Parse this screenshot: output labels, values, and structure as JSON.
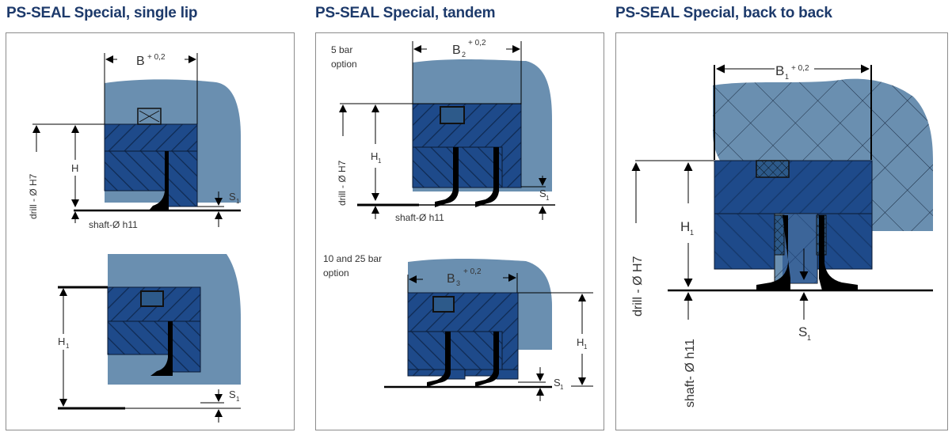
{
  "titles": {
    "single_lip": "PS-SEAL Special, single lip",
    "tandem": "PS-SEAL Special, tandem",
    "back_to_back": "PS-SEAL Special, back to back"
  },
  "colors": {
    "title": "#1d3a6b",
    "housing": "#6a8fb0",
    "seal_body": "#1e4a8a",
    "lip": "#000000",
    "frame": "#8c8c8c"
  },
  "single_lip": {
    "top": {
      "width_label": "B",
      "width_tol": "+ 0,2",
      "height_label": "H",
      "gap_label": "S",
      "gap_sub": "1",
      "drill_label": "drill - Ø H7",
      "shaft_label": "shaft-Ø h11"
    },
    "bottom": {
      "height_label": "H",
      "height_sub": "1",
      "gap_label": "S",
      "gap_sub": "1"
    }
  },
  "tandem": {
    "top": {
      "option_line1": "5 bar",
      "option_line2": "option",
      "width_label": "B",
      "width_sub": "2",
      "width_tol": "+ 0,2",
      "height_label": "H",
      "height_sub": "1",
      "gap_label": "S",
      "gap_sub": "1",
      "drill_label": "drill - Ø H7",
      "shaft_label": "shaft-Ø h11"
    },
    "bottom": {
      "option_line1": "10 and 25 bar",
      "option_line2": "option",
      "width_label": "B",
      "width_sub": "3",
      "width_tol": "+ 0,2",
      "height_label": "H",
      "height_sub": "1",
      "gap_label": "S",
      "gap_sub": "1"
    }
  },
  "back_to_back": {
    "width_label": "B",
    "width_sub": "1",
    "width_tol": "+ 0,2",
    "height_label": "H",
    "height_sub": "1",
    "gap_label": "S",
    "gap_sub": "1",
    "drill_label": "drill - Ø H7",
    "shaft_label": "shaft- Ø h11"
  }
}
